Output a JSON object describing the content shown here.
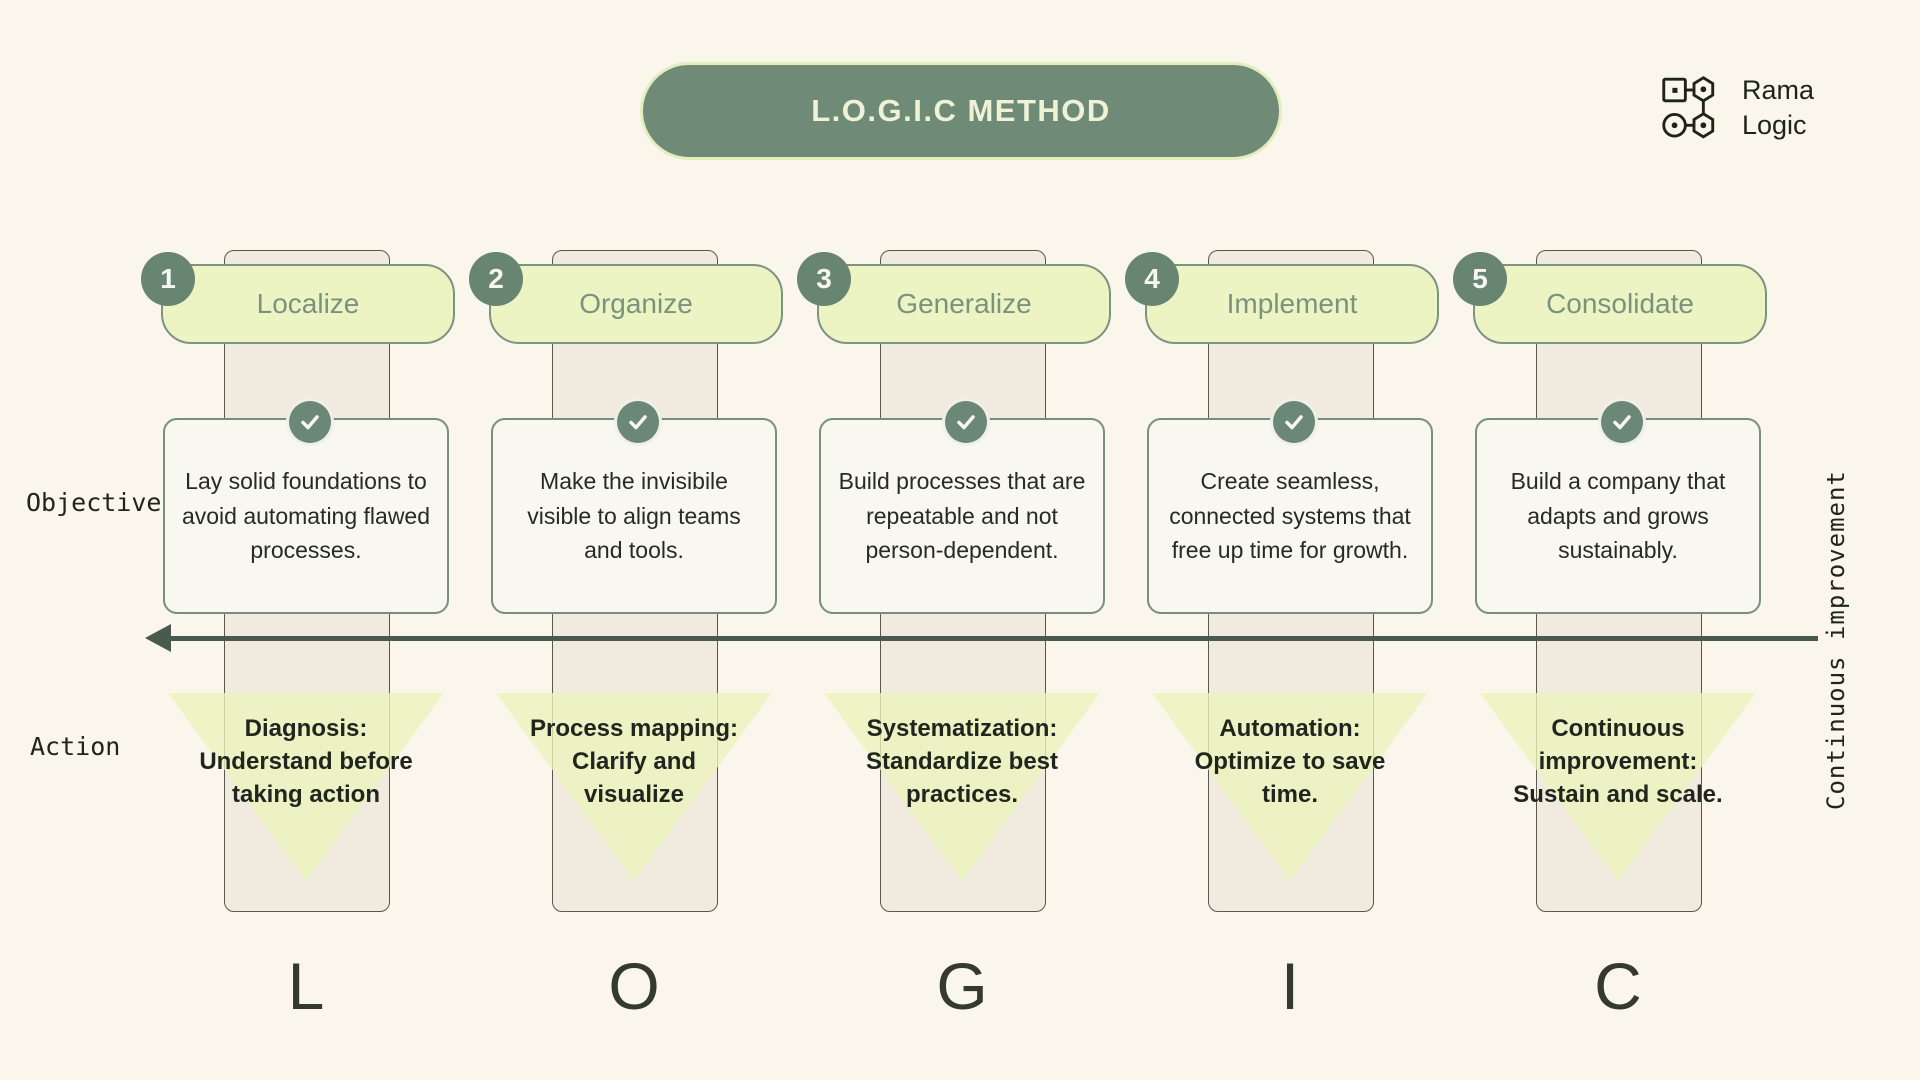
{
  "title": {
    "label": "L.O.G.I.C METHOD"
  },
  "logo": {
    "line1": "Rama",
    "line2": "Logic"
  },
  "axis_labels": {
    "objective": "Objective",
    "action": "Action",
    "arrow_caption": "Continuous improvement"
  },
  "columns": [
    {
      "number": "1",
      "title": "Localize",
      "objective": "Lay solid foundations to avoid automating flawed processes.",
      "action": "Diagnosis: Understand before taking action",
      "letter": "L"
    },
    {
      "number": "2",
      "title": "Organize",
      "objective": "Make the invisibile visible to align teams and tools.",
      "action": "Process mapping: Clarify and visualize",
      "letter": "O"
    },
    {
      "number": "3",
      "title": "Generalize",
      "objective": "Build processes that are repeatable and not person-dependent.",
      "action": "Systematization: Standardize best practices.",
      "letter": "G"
    },
    {
      "number": "4",
      "title": "Implement",
      "objective": "Create seamless, connected systems that free up time for growth.",
      "action": "Automation: Optimize to save time.",
      "letter": "I"
    },
    {
      "number": "5",
      "title": "Consolidate",
      "objective": "Build a company that adapts and grows sustainably.",
      "action": "Continuous improvement: Sustain and scale.",
      "letter": "C"
    }
  ],
  "colors": {
    "background": "#fbf6ec",
    "dark_sage": "#6f8b78",
    "light_leaf": "#edf4c3",
    "sage_border": "#7d947f",
    "bar_beige": "#f1ebdf",
    "arrow": "#49594d",
    "text_dark": "#272c24",
    "cream_text": "#eef3d6"
  }
}
